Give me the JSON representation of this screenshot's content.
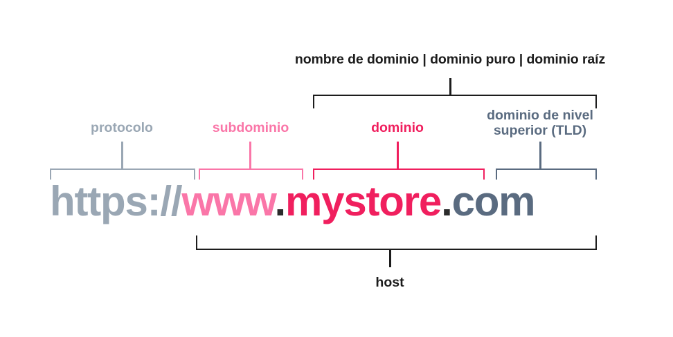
{
  "colors": {
    "protocol": "#9aa7b4",
    "subdomain": "#fa76a8",
    "domain": "#f01f5e",
    "tld": "#5a6b80",
    "dot": "#2b2b2b",
    "black": "#1c1c1c",
    "background": "#ffffff"
  },
  "url": {
    "protocol": "https://",
    "subdomain": "www",
    "dot1": ".",
    "domain": "mystore",
    "dot2": ".",
    "tld": "com",
    "full": "https://www.mystore.com"
  },
  "labels": {
    "top": "nombre de dominio | dominio puro | dominio raíz",
    "protocol": "protocolo",
    "subdomain": "subdominio",
    "domain": "dominio",
    "tld_line1": "dominio de nivel",
    "tld_line2": "superior (TLD)",
    "bottom": "host"
  }
}
